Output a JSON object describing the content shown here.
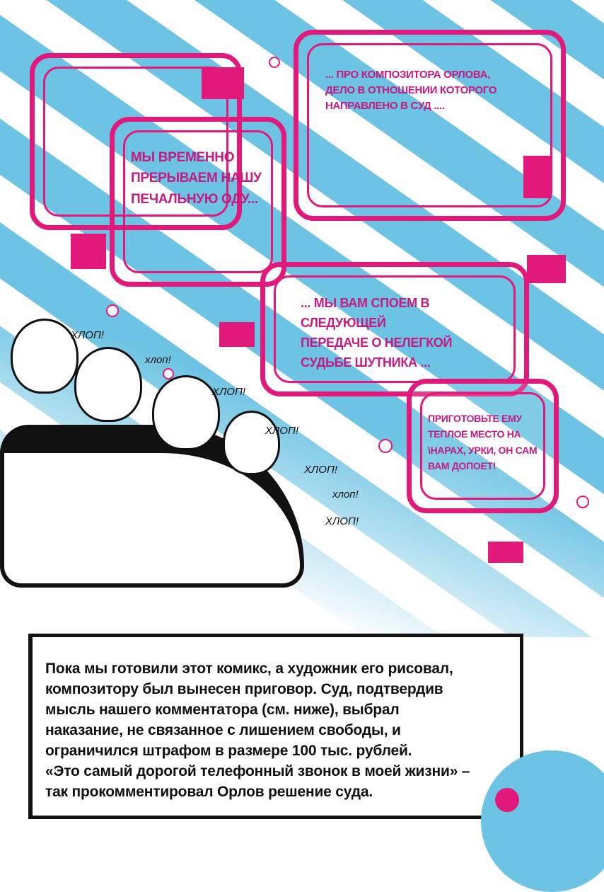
{
  "panel": {
    "tv_top_right": "... про композитора Орлова, дело в отношении которого направлено в суд ....",
    "tv_left": "Мы временно прерываем нашу печальную оду...",
    "tv_middle": "... мы вам споем в следующей передаче о нелегкой судьбе шутника ...",
    "tv_bottom_right": "Приготовьте ему теплое место на \\нарах, урки, он сам вам допоет!",
    "claps": [
      "ХЛОП!",
      "хлоп!",
      "ХЛОП!",
      "ХЛОП!",
      "ХЛОП!",
      "хлоп!",
      "ХЛОП!"
    ]
  },
  "narration": {
    "lines": [
      "Пока мы готовили этот комикс, а художник его рисовал,",
      "композитору был вынесен приговор. Суд, подтвердив",
      "мысль нашего комментатора (см. ниже), выбрал",
      "наказание, не связанное с лишением свободы, и",
      "ограничился штрафом в размере 100 тыс. рублей.",
      "«Это самый дорогой телефонный звонок в моей жизни» –",
      "так прокомментировал Орлов решение суда."
    ]
  },
  "colors": {
    "pink": "#e0197a",
    "blue": "#6cc3e3",
    "ink": "#111111"
  }
}
